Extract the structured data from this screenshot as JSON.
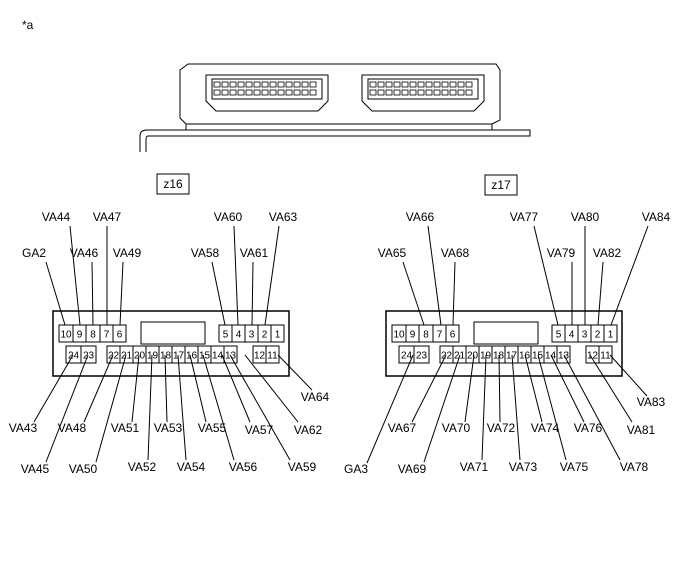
{
  "corner_mark": "*a",
  "connectors": [
    {
      "id": "z16",
      "top_row": [
        "10",
        "9",
        "8",
        "7",
        "6",
        "5",
        "4",
        "3",
        "2",
        "1"
      ],
      "bottom_row": [
        "24",
        "23",
        "22",
        "21",
        "20",
        "19",
        "18",
        "17",
        "16",
        "15",
        "14",
        "13",
        "12",
        "11"
      ],
      "labels": [
        "GA2",
        "VA44",
        "VA46",
        "VA47",
        "VA49",
        "VA58",
        "VA60",
        "VA61",
        "VA63",
        "VA64",
        "VA43",
        "VA45",
        "VA48",
        "VA50",
        "VA51",
        "VA52",
        "VA53",
        "VA54",
        "VA55",
        "VA56",
        "VA57",
        "VA59",
        "VA62"
      ]
    },
    {
      "id": "z17",
      "top_row": [
        "10",
        "9",
        "8",
        "7",
        "6",
        "5",
        "4",
        "3",
        "2",
        "1"
      ],
      "bottom_row": [
        "24",
        "23",
        "22",
        "21",
        "20",
        "19",
        "18",
        "17",
        "16",
        "15",
        "14",
        "13",
        "12",
        "11"
      ],
      "labels": [
        "VA65",
        "VA66",
        "VA68",
        "VA77",
        "VA79",
        "VA80",
        "VA82",
        "VA84",
        "VA83",
        "GA3",
        "VA67",
        "VA69",
        "VA70",
        "VA71",
        "VA72",
        "VA73",
        "VA74",
        "VA75",
        "VA76",
        "VA78",
        "VA81"
      ]
    }
  ]
}
